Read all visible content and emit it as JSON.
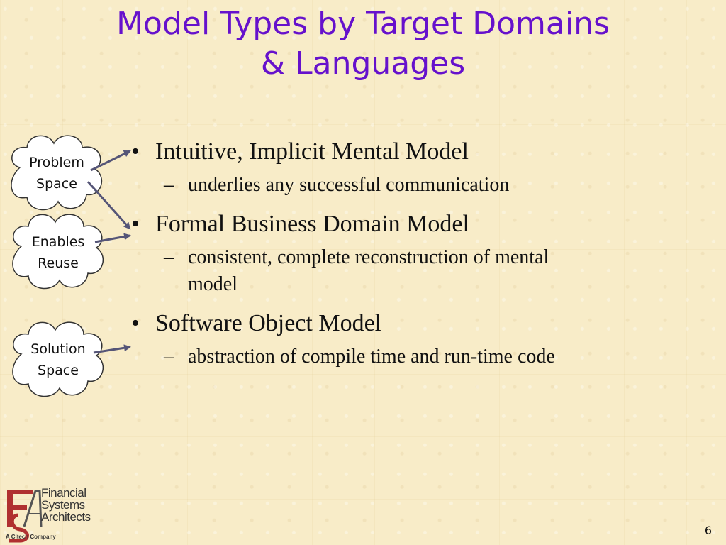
{
  "slide": {
    "title_line1": "Model Types by Target Domains",
    "title_line2": "& Languages",
    "bullets": [
      {
        "text": "Intuitive, Implicit Mental Model",
        "sub": "underlies any successful communication"
      },
      {
        "text": "Formal Business Domain Model",
        "sub_line1": "consistent, complete reconstruction of mental",
        "sub_line2": "model"
      },
      {
        "text": "Software Object Model",
        "sub": "abstraction of compile time and run-time code"
      }
    ],
    "bullet_mark": "•",
    "sub_mark": "–",
    "clouds": [
      {
        "line1": "Problem",
        "line2": "Space"
      },
      {
        "line1": "Enables",
        "line2": "Reuse"
      },
      {
        "line1": "Solution",
        "line2": "Space"
      }
    ],
    "page_number": "6"
  },
  "logo": {
    "line1": "Financial",
    "line2": "Systems",
    "line3": "Architects",
    "tagline": "A Citech Company"
  },
  "colors": {
    "title": "#6611cc",
    "arrow": "#555577",
    "logo_red": "#b03030"
  }
}
